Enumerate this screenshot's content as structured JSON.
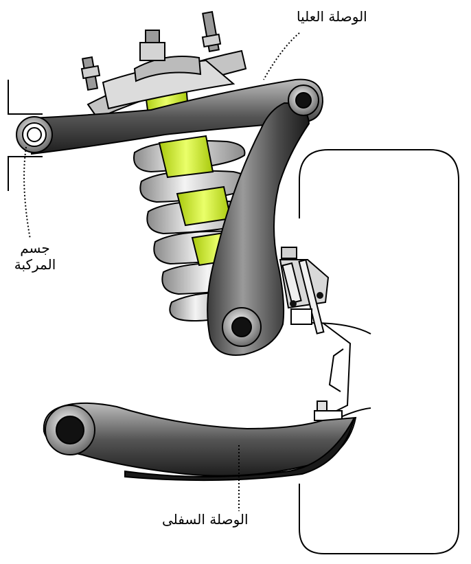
{
  "labels": {
    "upper_link": "الوصلة العليا",
    "vehicle_body_line1": "جسم",
    "vehicle_body_line2": "المركبة",
    "lower_link": "الوصلة السفلى"
  },
  "colors": {
    "spring_highlight": "#ccf21a",
    "arm_dark": "#2a2a2a",
    "arm_mid": "#8a8a8a",
    "spring_light": "#e4e4e4",
    "outline": "#000000"
  }
}
